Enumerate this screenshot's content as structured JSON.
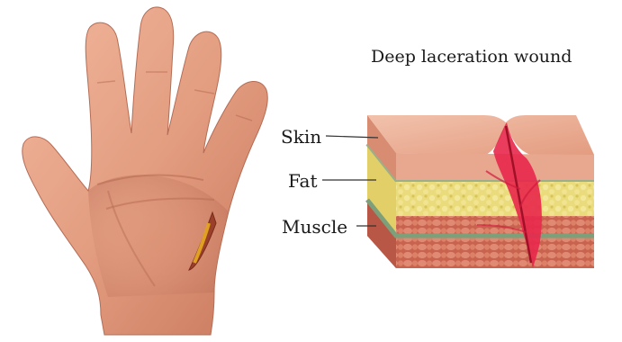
{
  "title": "Deep laceration wound",
  "labels": {
    "skin": "Skin",
    "fat": "Fat",
    "muscle": "Muscle"
  },
  "colors": {
    "skin": "#e7a78b",
    "fat": "#e6d66f",
    "muscle": "#d4715f",
    "wound": "#e8274b",
    "background": "#ffffff"
  }
}
